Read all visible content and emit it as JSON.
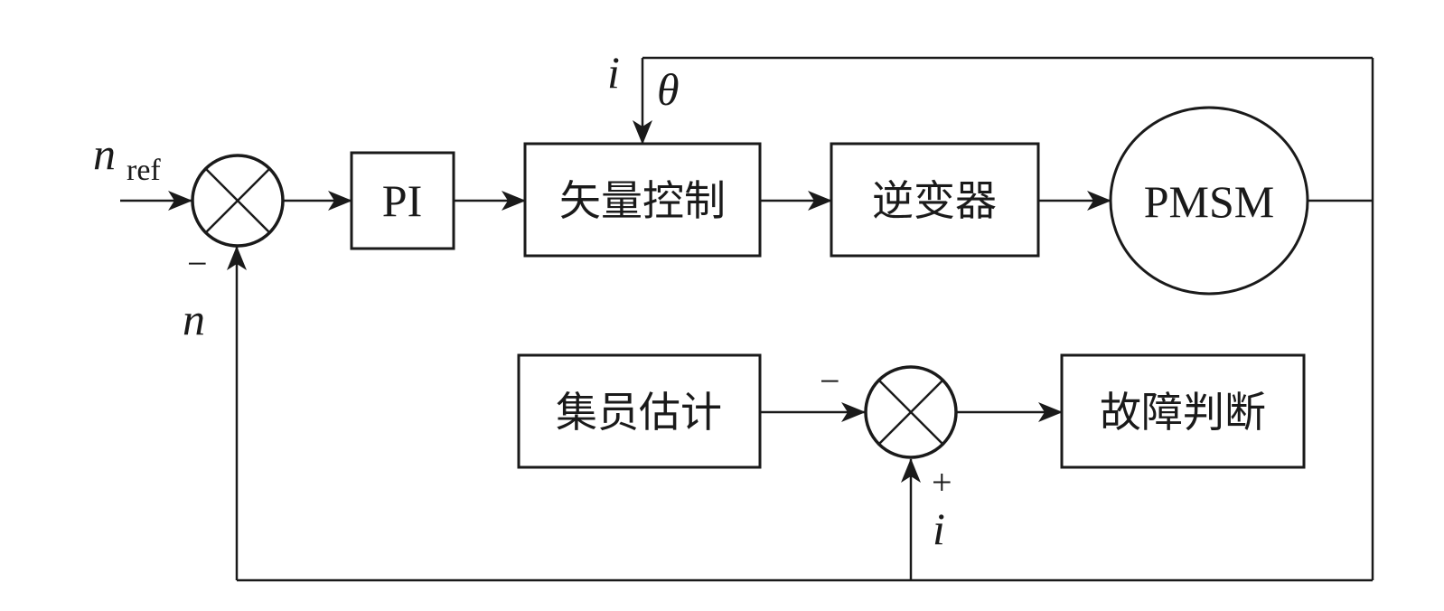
{
  "diagram": {
    "type": "block-diagram",
    "description": "PMSM speed control loop with set-membership estimation fault detection",
    "blocks": {
      "pi": "PI",
      "vector_control": "矢量控制",
      "inverter": "逆变器",
      "pmsm": "PMSM",
      "set_membership_estimation": "集员估计",
      "fault_judgment": "故障判断"
    },
    "signals": {
      "n_ref_main": "n",
      "n_ref_sub": "ref",
      "n_feedback": "n",
      "i_top": "i",
      "theta": "θ",
      "i_bottom": "i"
    },
    "signs": {
      "sum1_feedback": "−",
      "sum2_estimate": "−",
      "sum2_measured": "+"
    },
    "connections": [
      {
        "from": "n_ref",
        "to": "sum1"
      },
      {
        "from": "sum1",
        "to": "PI"
      },
      {
        "from": "PI",
        "to": "矢量控制"
      },
      {
        "from": "矢量控制",
        "to": "逆变器"
      },
      {
        "from": "逆变器",
        "to": "PMSM"
      },
      {
        "from": "PMSM",
        "to": "feedback_bus"
      },
      {
        "from": "feedback_bus",
        "to": "矢量控制",
        "label": "i, θ"
      },
      {
        "from": "feedback_bus",
        "to": "sum1",
        "label": "n",
        "sign": "−"
      },
      {
        "from": "feedback_bus",
        "to": "sum2",
        "label": "i",
        "sign": "+"
      },
      {
        "from": "集员估计",
        "to": "sum2",
        "sign": "−"
      },
      {
        "from": "sum2",
        "to": "故障判断"
      }
    ]
  }
}
